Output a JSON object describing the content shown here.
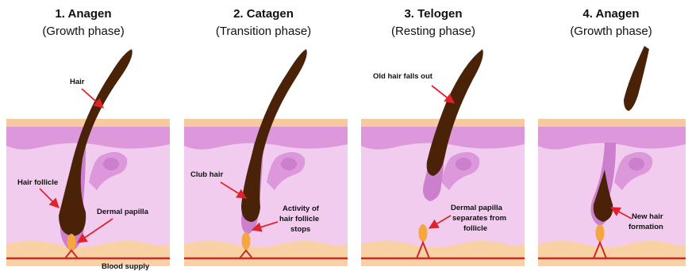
{
  "panels": [
    {
      "title": "1. Anagen",
      "subtitle": "(Growth phase)",
      "labels": {
        "hair": "Hair",
        "follicle": "Hair follicle",
        "papilla": "Dermal papilla",
        "blood": "Blood supply"
      }
    },
    {
      "title": "2. Catagen",
      "subtitle": "(Transition phase)",
      "labels": {
        "club": "Club hair",
        "activity": [
          "Activity of",
          "hair follicle",
          "stops"
        ]
      }
    },
    {
      "title": "3. Telogen",
      "subtitle": "(Resting phase)",
      "labels": {
        "old": "Old hair falls out",
        "separates": [
          "Dermal papilla",
          "separates from",
          "follicle"
        ]
      }
    },
    {
      "title": "4. Anagen",
      "subtitle": "(Growth phase)",
      "labels": {
        "newhair": [
          "New hair",
          "formation"
        ]
      }
    }
  ],
  "colors": {
    "skin_top": "#f7c9a0",
    "skin_bottom": "#f8d2a5",
    "dermis_light": "#f1ccef",
    "dermis_dark": "#dc98da",
    "follicle": "#cc7fcc",
    "hair": "#4a2208",
    "papilla": "#f5a63c",
    "blood": "#cc2a2a",
    "arrow": "#e0232b"
  }
}
